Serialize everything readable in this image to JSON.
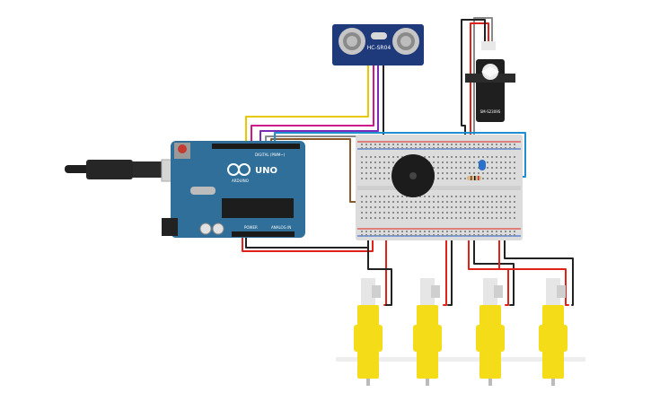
{
  "arduino": {
    "brand_word": "UNO",
    "maker": "ARDUINO",
    "digital_header": "DIGITAL (PWM~)",
    "power_header": "POWER",
    "analog_header": "ANALOG IN",
    "board_color": "#2f6f99",
    "usb_color": "#1f1f1f"
  },
  "ultrasonic": {
    "model": "HC-SR04",
    "board_color": "#1e3a7b"
  },
  "servo": {
    "model": "SM-S2309S"
  },
  "breadboard": {
    "color": "#dcdcdc"
  },
  "buzzer": {
    "type": "piezo"
  },
  "led": {
    "color": "#2a6fc9"
  },
  "motors": [
    {
      "id": "motor-1",
      "color": "#f5dc18"
    },
    {
      "id": "motor-2",
      "color": "#f5dc18"
    },
    {
      "id": "motor-3",
      "color": "#f5dc18"
    },
    {
      "id": "motor-4",
      "color": "#f5dc18"
    }
  ],
  "wire_colors": {
    "red": "#e0221a",
    "black": "#222222",
    "yellow": "#e8c800",
    "magenta": "#d0178a",
    "purple": "#7b2bb5",
    "brown": "#8a5a2b",
    "blue": "#1e8fd0",
    "gray": "#8a8a8a"
  }
}
